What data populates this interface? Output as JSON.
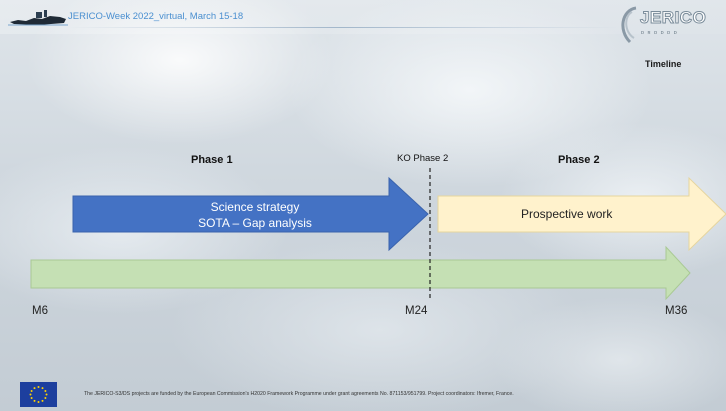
{
  "header": {
    "event_title": "JERICO-Week 2022_virtual, March 15-18",
    "logo_text": "JERICO",
    "logo_subtext": "ᴅ  ʀ  ᴅ  ᴅ  ᴅ  ᴅ",
    "section_title": "Timeline"
  },
  "phases": {
    "phase1_label": "Phase 1",
    "phase2_label": "Phase 2",
    "ko_label": "KO Phase 2"
  },
  "arrows": {
    "blue_line1": "Science strategy",
    "blue_line2": "SOTA – Gap analysis",
    "yellow": "Prospective work"
  },
  "milestones": {
    "start": "M6",
    "mid": "M24",
    "end": "M36"
  },
  "footer": {
    "text": "The JERICO-S3/DS projects are funded by the European Commission's H2020 Framework Programme under grant agreements No. 871153/951799. Project coordinators: Ifremer, France."
  },
  "colors": {
    "blue_arrow": "#4472c4",
    "yellow_arrow": "#fff2cc",
    "green_arrow": "#c5e0b4",
    "title_blue": "#4a8fd0"
  }
}
